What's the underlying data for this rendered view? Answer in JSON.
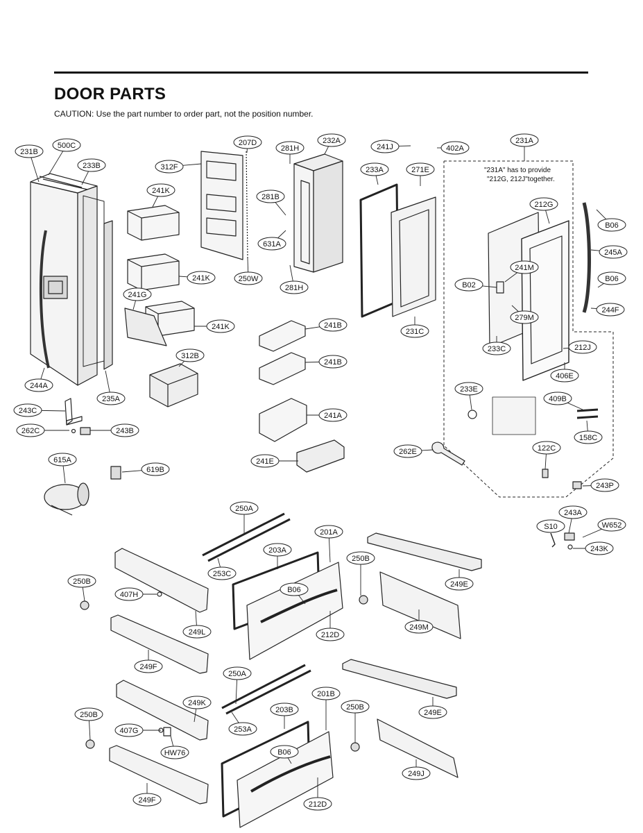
{
  "header": {
    "title": "DOOR PARTS",
    "caution": "CAUTION: Use the part number to order part, not the position number."
  },
  "kit_note": {
    "line1": "\"231A\" has to provide",
    "line2": "\"212G, 212J\"together."
  },
  "callouts": [
    {
      "id": "c-231B",
      "label": "231B"
    },
    {
      "id": "c-500C",
      "label": "500C"
    },
    {
      "id": "c-233B",
      "label": "233B"
    },
    {
      "id": "c-312F",
      "label": "312F"
    },
    {
      "id": "c-207D",
      "label": "207D"
    },
    {
      "id": "c-281H-top",
      "label": "281H"
    },
    {
      "id": "c-232A",
      "label": "232A"
    },
    {
      "id": "c-241J",
      "label": "241J"
    },
    {
      "id": "c-402A",
      "label": "402A"
    },
    {
      "id": "c-231A",
      "label": "231A"
    },
    {
      "id": "c-233A",
      "label": "233A"
    },
    {
      "id": "c-271E",
      "label": "271E"
    },
    {
      "id": "c-241K-1",
      "label": "241K"
    },
    {
      "id": "c-281B",
      "label": "281B"
    },
    {
      "id": "c-631A",
      "label": "631A"
    },
    {
      "id": "c-212G",
      "label": "212G"
    },
    {
      "id": "c-B06-1",
      "label": "B06"
    },
    {
      "id": "c-245A",
      "label": "245A"
    },
    {
      "id": "c-241K-2",
      "label": "241K"
    },
    {
      "id": "c-250W",
      "label": "250W"
    },
    {
      "id": "c-281H-bot",
      "label": "281H"
    },
    {
      "id": "c-241M",
      "label": "241M"
    },
    {
      "id": "c-B06-2",
      "label": "B06"
    },
    {
      "id": "c-B02",
      "label": "B02"
    },
    {
      "id": "c-244F",
      "label": "244F"
    },
    {
      "id": "c-241G",
      "label": "241G"
    },
    {
      "id": "c-279M",
      "label": "279M"
    },
    {
      "id": "c-241K-3",
      "label": "241K"
    },
    {
      "id": "c-241B-1",
      "label": "241B"
    },
    {
      "id": "c-231C",
      "label": "231C"
    },
    {
      "id": "c-233C",
      "label": "233C"
    },
    {
      "id": "c-212J",
      "label": "212J"
    },
    {
      "id": "c-312B",
      "label": "312B"
    },
    {
      "id": "c-241B-2",
      "label": "241B"
    },
    {
      "id": "c-406E",
      "label": "406E"
    },
    {
      "id": "c-244A",
      "label": "244A"
    },
    {
      "id": "c-235A",
      "label": "235A"
    },
    {
      "id": "c-233E",
      "label": "233E"
    },
    {
      "id": "c-409B",
      "label": "409B"
    },
    {
      "id": "c-243C",
      "label": "243C"
    },
    {
      "id": "c-241A",
      "label": "241A"
    },
    {
      "id": "c-262C",
      "label": "262C"
    },
    {
      "id": "c-243B",
      "label": "243B"
    },
    {
      "id": "c-158C",
      "label": "158C"
    },
    {
      "id": "c-262E",
      "label": "262E"
    },
    {
      "id": "c-122C",
      "label": "122C"
    },
    {
      "id": "c-615A",
      "label": "615A"
    },
    {
      "id": "c-241E",
      "label": "241E"
    },
    {
      "id": "c-619B",
      "label": "619B"
    },
    {
      "id": "c-243P",
      "label": "243P"
    },
    {
      "id": "c-250A-1",
      "label": "250A"
    },
    {
      "id": "c-243A",
      "label": "243A"
    },
    {
      "id": "c-S10",
      "label": "S10"
    },
    {
      "id": "c-W652",
      "label": "W652"
    },
    {
      "id": "c-201A",
      "label": "201A"
    },
    {
      "id": "c-203A",
      "label": "203A"
    },
    {
      "id": "c-243K",
      "label": "243K"
    },
    {
      "id": "c-250B-1",
      "label": "250B"
    },
    {
      "id": "c-253C",
      "label": "253C"
    },
    {
      "id": "c-250B-2",
      "label": "250B"
    },
    {
      "id": "c-B06-3",
      "label": "B06"
    },
    {
      "id": "c-249E-1",
      "label": "249E"
    },
    {
      "id": "c-407H",
      "label": "407H"
    },
    {
      "id": "c-249M",
      "label": "249M"
    },
    {
      "id": "c-249L",
      "label": "249L"
    },
    {
      "id": "c-212D-1",
      "label": "212D"
    },
    {
      "id": "c-249F-1",
      "label": "249F"
    },
    {
      "id": "c-250A-2",
      "label": "250A"
    },
    {
      "id": "c-249K",
      "label": "249K"
    },
    {
      "id": "c-201B",
      "label": "201B"
    },
    {
      "id": "c-250B-3",
      "label": "250B"
    },
    {
      "id": "c-203B",
      "label": "203B"
    },
    {
      "id": "c-250B-4",
      "label": "250B"
    },
    {
      "id": "c-249E-2",
      "label": "249E"
    },
    {
      "id": "c-253A",
      "label": "253A"
    },
    {
      "id": "c-407G",
      "label": "407G"
    },
    {
      "id": "c-B06-4",
      "label": "B06"
    },
    {
      "id": "c-HW76",
      "label": "HW76"
    },
    {
      "id": "c-249J",
      "label": "249J"
    },
    {
      "id": "c-249F-2",
      "label": "249F"
    },
    {
      "id": "c-212D-2",
      "label": "212D"
    }
  ]
}
